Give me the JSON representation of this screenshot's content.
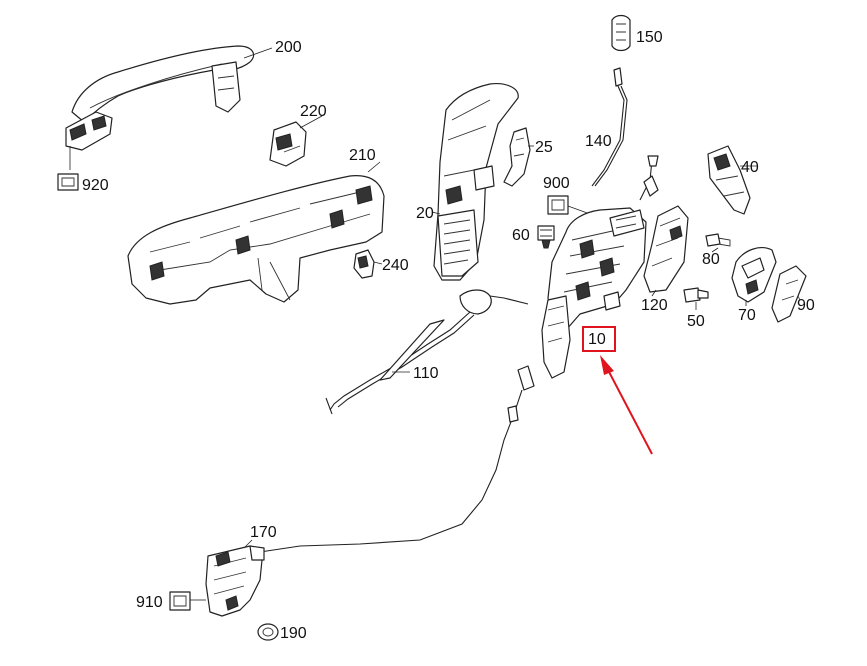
{
  "diagram": {
    "labels": {
      "p200": "200",
      "p220": "220",
      "p210": "210",
      "p920": "920",
      "p240": "240",
      "p20": "20",
      "p25": "25",
      "p60": "60",
      "p150": "150",
      "p140": "140",
      "p900": "900",
      "p40": "40",
      "p80": "80",
      "p120": "120",
      "p50": "50",
      "p70": "70",
      "p90": "90",
      "p10": "10",
      "p110": "110",
      "p170": "170",
      "p910": "910",
      "p190": "190"
    },
    "highlight": {
      "part": "10",
      "box_color": "#e0141e",
      "arrow_color": "#e0141e"
    }
  }
}
